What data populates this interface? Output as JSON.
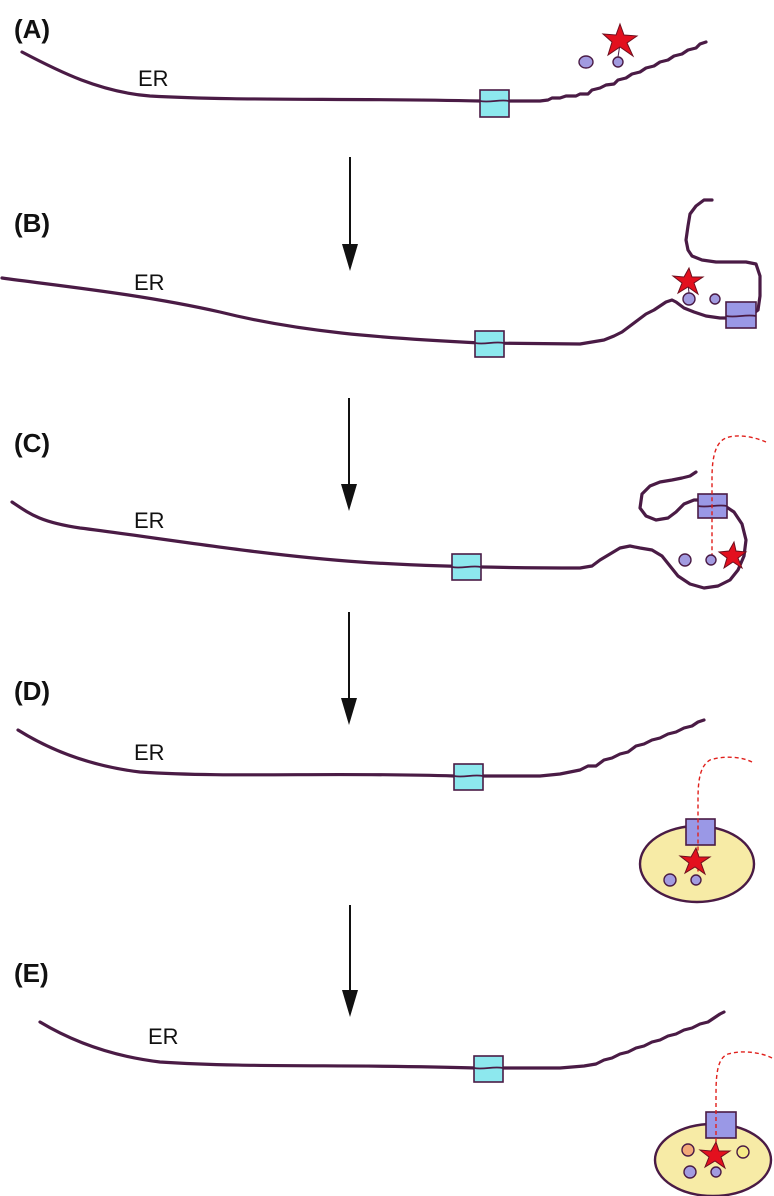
{
  "figure": {
    "panels": [
      {
        "id": "A",
        "label": "(A)",
        "er_label": "ER"
      },
      {
        "id": "B",
        "label": "(B)",
        "er_label": "ER"
      },
      {
        "id": "C",
        "label": "(C)",
        "er_label": "ER"
      },
      {
        "id": "D",
        "label": "(D)",
        "er_label": "ER"
      },
      {
        "id": "E",
        "label": "(E)",
        "er_label": "ER"
      }
    ],
    "colors": {
      "membrane": "#4a1b45",
      "er_channel": "#8de8ee",
      "external_channel": "#9a98e6",
      "lipid_purple": "#a29be0",
      "lipid_orange": "#f2a878",
      "lipid_yellow": "#f6ea86",
      "star": "#e3101e",
      "vesicle": "#f7eba6",
      "dashed_path": "#e0201c"
    },
    "icons": [
      "star-icon",
      "down-arrow-icon"
    ]
  }
}
